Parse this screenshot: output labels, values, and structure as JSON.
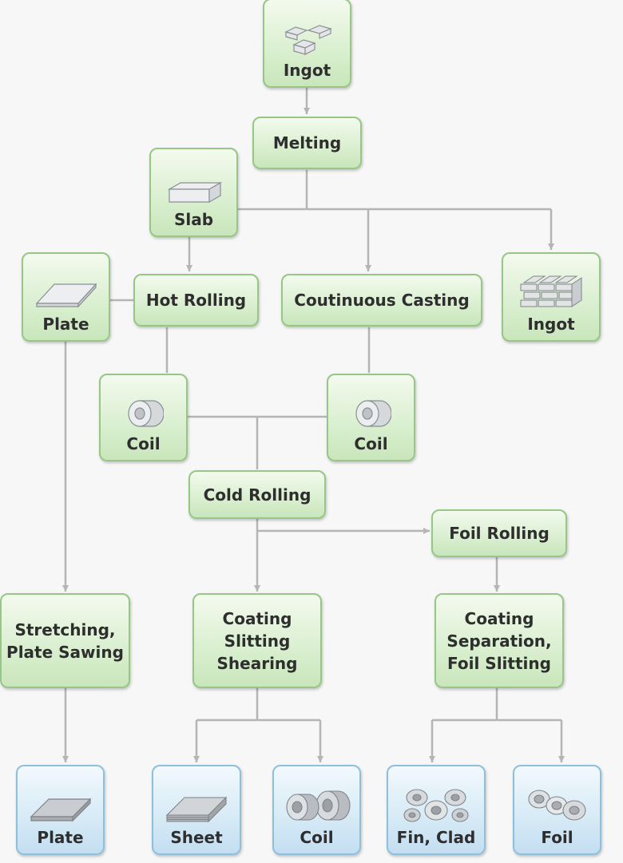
{
  "nodes": {
    "ingot_top": "Ingot",
    "melting": "Melting",
    "slab": "Slab",
    "plate_mid": "Plate",
    "hot_rolling": "Hot Rolling",
    "continuous_casting": "Coutinuous Casting",
    "ingot_right": "Ingot",
    "coil_left": "Coil",
    "coil_right": "Coil",
    "cold_rolling": "Cold Rolling",
    "foil_rolling": "Foil Rolling",
    "stretching": [
      "Stretching,",
      "Plate Sawing"
    ],
    "coating_slitting": [
      "Coating",
      "Slitting",
      "Shearing"
    ],
    "coating_separation": [
      "Coating",
      "Separation,",
      "Foil Slitting"
    ],
    "out_plate": "Plate",
    "out_sheet": "Sheet",
    "out_coil": "Coil",
    "out_fin_clad": "Fin, Clad",
    "out_foil": "Foil"
  },
  "colors": {
    "process_fill": "#d9efcf",
    "process_border": "#96c784",
    "product_fill": "#d6eaf6",
    "product_border": "#8ec0dc",
    "connector": "#b5b5b5"
  },
  "icons": {
    "ingot_top": "ingot-stack-icon",
    "slab": "slab-block-icon",
    "plate_mid": "plate-sheet-icon",
    "ingot_right": "ingot-pile-icon",
    "coil": "coil-roll-icon",
    "out_plate": "plate-sheet-icon",
    "out_sheet": "sheet-stack-icon",
    "out_coil": "coil-pair-icon",
    "out_fin_clad": "fin-coil-icon",
    "out_foil": "foil-rolls-icon"
  }
}
